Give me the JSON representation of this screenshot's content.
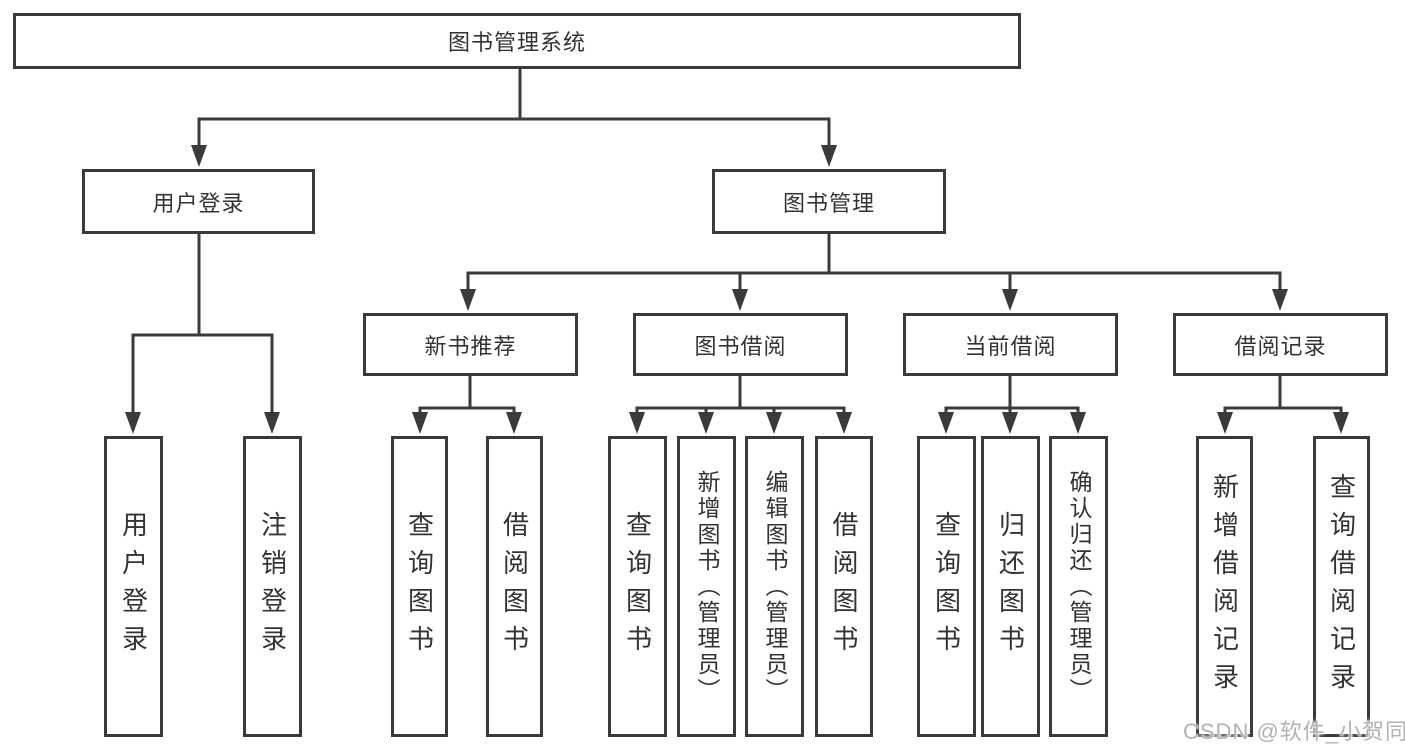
{
  "style": {
    "line_color": "#3a3a3a",
    "text_color": "#333333",
    "watermark_color": "#b3b3b3",
    "background": "#ffffff"
  },
  "diagram": {
    "root": {
      "label": "图书管理系统"
    },
    "level2": [
      {
        "label": "用户登录"
      },
      {
        "label": "图书管理"
      }
    ],
    "level3": [
      {
        "label": "新书推荐"
      },
      {
        "label": "图书借阅"
      },
      {
        "label": "当前借阅"
      },
      {
        "label": "借阅记录"
      }
    ],
    "leaves": {
      "user_login": [
        "用户登录",
        "注销登录"
      ],
      "new_book": [
        "查询图书",
        "借阅图书"
      ],
      "book_borrow": [
        "查询图书",
        "新增图书（管理员）",
        "编辑图书（管理员）",
        "借阅图书"
      ],
      "current_borrow": [
        "查询图书",
        "归还图书",
        "确认归还（管理员）"
      ],
      "borrow_records": [
        "新增借阅记录",
        "查询借阅记录"
      ]
    }
  },
  "watermark": {
    "text": "CSDN @软件_小贺同学"
  }
}
